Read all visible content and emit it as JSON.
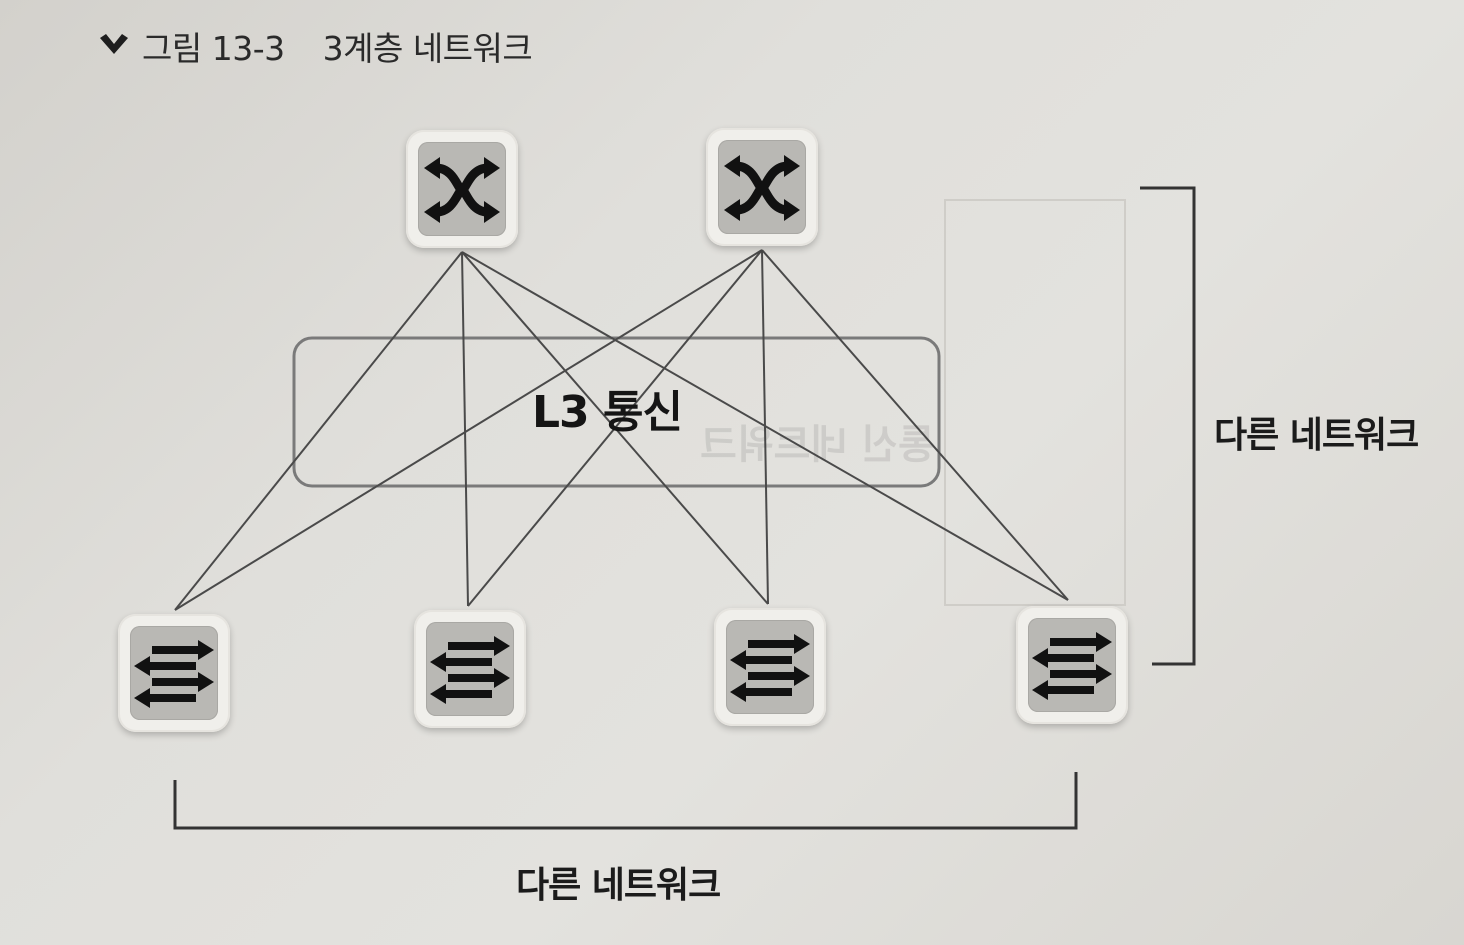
{
  "figure": {
    "caption_label": "그림 13-3",
    "caption_title": "3계층 네트워크"
  },
  "core_switches": [
    {
      "icon": "l3-switch-icon"
    },
    {
      "icon": "l3-switch-icon"
    }
  ],
  "access_switches": [
    {
      "icon": "l2-switch-icon"
    },
    {
      "icon": "l2-switch-icon"
    },
    {
      "icon": "l2-switch-icon"
    },
    {
      "icon": "l2-switch-icon"
    }
  ],
  "l3_box": {
    "label": "L3 통신"
  },
  "brackets": {
    "right_label": "다른 네트워크",
    "bottom_label": "다른 네트워크"
  },
  "colors": {
    "background": "#dedcd8",
    "line": "#4a4a4a",
    "icon": "#111111"
  }
}
